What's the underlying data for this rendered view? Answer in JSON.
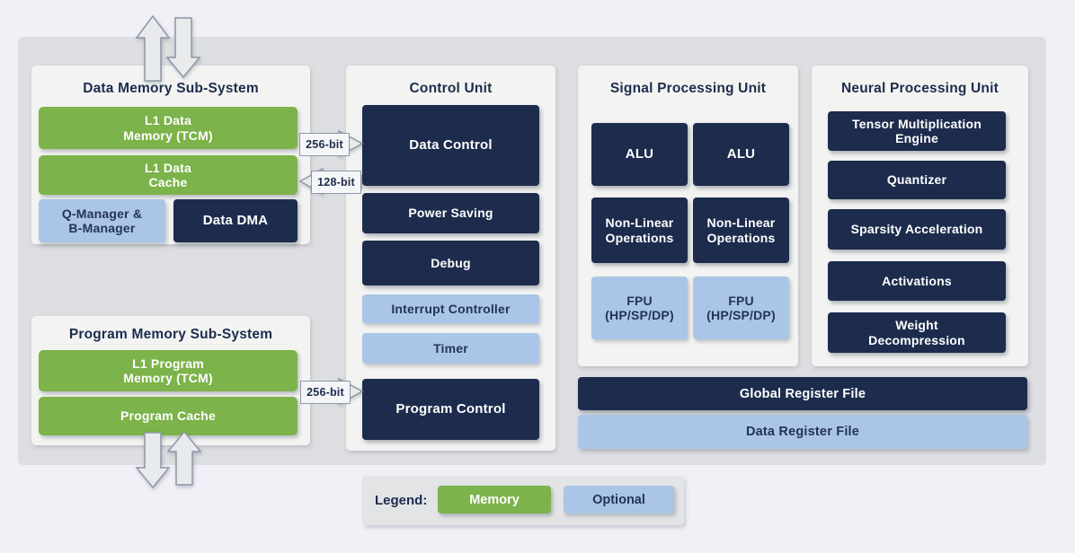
{
  "diagram": {
    "panels": {
      "data_memory": {
        "title": "Data Memory Sub-System",
        "l1_data_memory": [
          "L1 Data",
          "Memory (TCM)"
        ],
        "l1_data_cache": [
          "L1 Data",
          "Cache"
        ],
        "q_manager": [
          "Q-Manager &",
          "B-Manager"
        ],
        "data_dma": "Data DMA"
      },
      "program_memory": {
        "title": "Program Memory Sub-System",
        "l1_program_memory": [
          "L1 Program",
          "Memory (TCM)"
        ],
        "program_cache": "Program Cache"
      },
      "control_unit": {
        "title": "Control Unit",
        "data_control": "Data Control",
        "power_saving": "Power Saving",
        "debug": "Debug",
        "interrupt_controller": "Interrupt Controller",
        "timer": "Timer",
        "program_control": "Program Control"
      },
      "signal_processing": {
        "title": "Signal Processing Unit",
        "alu_1": "ALU",
        "alu_2": "ALU",
        "nonlinear_1": [
          "Non-Linear",
          "Operations"
        ],
        "nonlinear_2": [
          "Non-Linear",
          "Operations"
        ],
        "fpu_1": [
          "FPU",
          "(HP/SP/DP)"
        ],
        "fpu_2": [
          "FPU",
          "(HP/SP/DP)"
        ]
      },
      "neural_processing": {
        "title": "Neural Processing Unit",
        "tensor_engine": [
          "Tensor Multiplication",
          "Engine"
        ],
        "quantizer": "Quantizer",
        "sparsity": "Sparsity Acceleration",
        "activations": "Activations",
        "weight_decompression": [
          "Weight",
          "Decompression"
        ]
      }
    },
    "register_files": {
      "global": "Global Register File",
      "data": "Data Register File"
    },
    "bus_labels": {
      "data_256": "256-bit",
      "data_128": "128-bit",
      "program_256": "256-bit"
    },
    "legend": {
      "label": "Legend:",
      "memory": "Memory",
      "optional": "Optional"
    },
    "colors": {
      "memory_green": "#7cb34a",
      "optional_blue": "#aac5e6",
      "core_navy": "#1d2c4d",
      "panel_bg": "#f3f4f2",
      "container_bg": "#dddee1",
      "page_bg": "#f2f0f7"
    }
  }
}
